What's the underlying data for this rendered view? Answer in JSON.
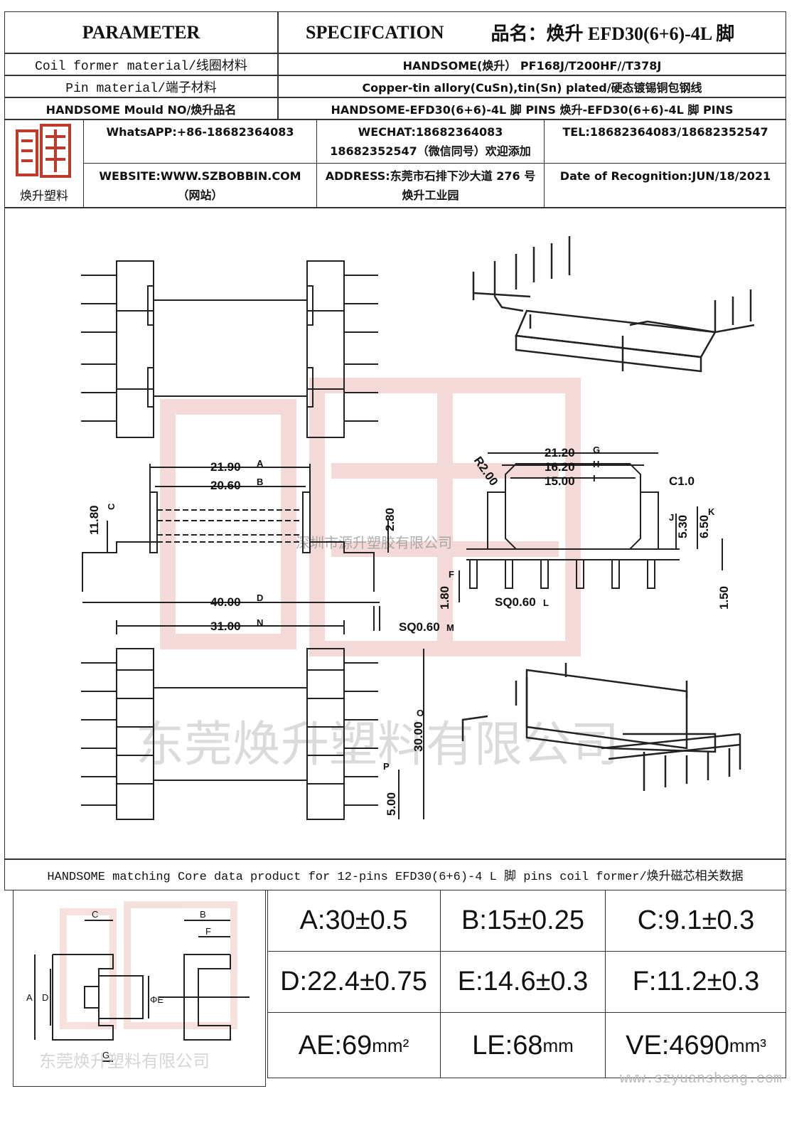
{
  "header": {
    "parameter": "PARAMETER",
    "specification": "SPECIFCATION",
    "product_name": "品名：焕升 EFD30(6+6)-4L 脚"
  },
  "rows": [
    {
      "label": "Coil former material/线圈材料",
      "value": "HANDSOME(焕升） PF168J/T200HF//T378J"
    },
    {
      "label": "Pin material/端子材料",
      "value": "Copper-tin allory(CuSn),tin(Sn) plated/硬态镀锡铜包钢线"
    },
    {
      "label": "HANDSOME Mould NO/焕升品名",
      "value": "HANDSOME-EFD30(6+6)-4L 脚 PINS   焕升-EFD30(6+6)-4L 脚 PINS"
    }
  ],
  "company": {
    "logo_text": "焕升塑料",
    "whatsapp": "WhatsAPP:+86-18682364083",
    "wechat": "WECHAT:18682364083 18682352547（微信同号）欢迎添加",
    "tel": "TEL:18682364083/18682352547",
    "website": "WEBSITE:WWW.SZBOBBIN.COM（网站）",
    "address": "ADDRESS:东莞市石排下沙大道 276 号焕升工业园",
    "date": "Date of Recognition:JUN/18/2021"
  },
  "drawing": {
    "watermark_mid": "深圳市源升塑胶有限公司",
    "watermark_big": "东莞焕升塑料有限公司",
    "dimensions": {
      "A": "21.90",
      "B": "20.60",
      "C": "11.80",
      "D": "40.00",
      "N": "31.00",
      "M": "SQ0.60",
      "E": "2.80",
      "G": "21.20",
      "H": "16.20",
      "I": "15.00",
      "R": "R2.00",
      "C1": "C1.0",
      "J": "5.30",
      "K": "6.50",
      "F": "1.80",
      "L": "SQ0.60",
      "P15": "1.50",
      "O": "30.00",
      "P": "5.00"
    },
    "callouts": [
      "A",
      "B",
      "C",
      "D",
      "N",
      "M",
      "G",
      "H",
      "I",
      "J",
      "K",
      "F",
      "L",
      "O",
      "P"
    ]
  },
  "core": {
    "title": "HANDSOME matching Core data  product for 12-pins EFD30(6+6)-4 L 脚 pins coil former/焕升磁芯相关数据",
    "labels": {
      "A": "A",
      "B": "B",
      "C": "C",
      "D": "D",
      "E": "ΦE",
      "F": "F",
      "G": "G"
    },
    "watermark": "东莞焕升塑料有限公司",
    "params": [
      {
        "text": "A:30±0.5"
      },
      {
        "text": "B:15±0.25"
      },
      {
        "text": "C:9.1±0.3"
      },
      {
        "text": "D:22.4±0.75"
      },
      {
        "text": "E:14.6±0.3"
      },
      {
        "text": "F:11.2±0.3"
      },
      {
        "text": "AE:69",
        "unit": "mm²"
      },
      {
        "text": "LE:68",
        "unit": "mm"
      },
      {
        "text": "VE:4690",
        "unit": "mm³"
      }
    ]
  },
  "footer": {
    "url": "www.szyuansheng.com"
  }
}
